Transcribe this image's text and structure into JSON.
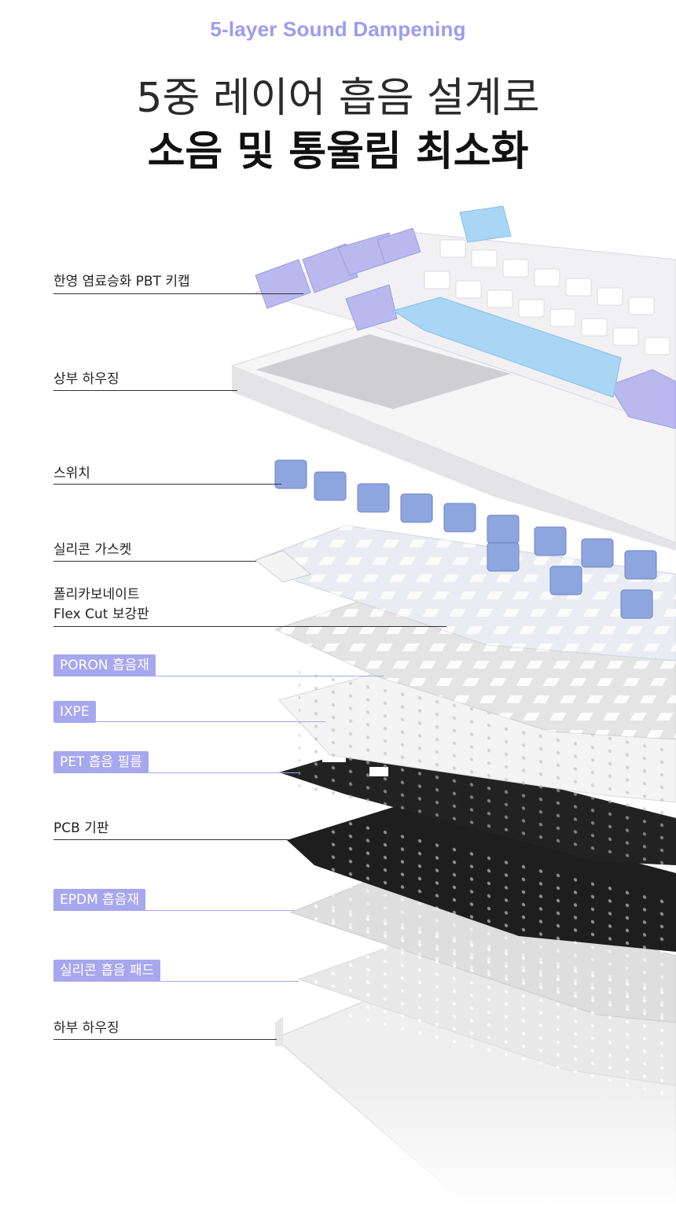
{
  "header": {
    "eyebrow": "5-layer Sound Dampening",
    "title_line1": "5중 레이어 흡음 설계로",
    "title_line2": "소음 및 통울림 최소화"
  },
  "colors": {
    "accent": "#a6a7ee",
    "text": "#222222"
  },
  "layers": [
    {
      "label": "한영 염료승화 PBT 키캡",
      "highlight": false
    },
    {
      "label": "상부 하우징",
      "highlight": false
    },
    {
      "label": "스위치",
      "highlight": false
    },
    {
      "label": "실리콘 가스켓",
      "highlight": false
    },
    {
      "label": "폴리카보네이트",
      "label2": "Flex Cut 보강판",
      "highlight": false
    },
    {
      "label": "PORON 흡음재",
      "highlight": true
    },
    {
      "label": "IXPE",
      "highlight": true
    },
    {
      "label": "PET 흡음 필름",
      "highlight": true
    },
    {
      "label": "PCB 기판",
      "highlight": false
    },
    {
      "label": "EPDM 흡음재",
      "highlight": true
    },
    {
      "label": "실리콘 흡음 패드",
      "highlight": true
    },
    {
      "label": "하부 하우징",
      "highlight": false
    }
  ]
}
